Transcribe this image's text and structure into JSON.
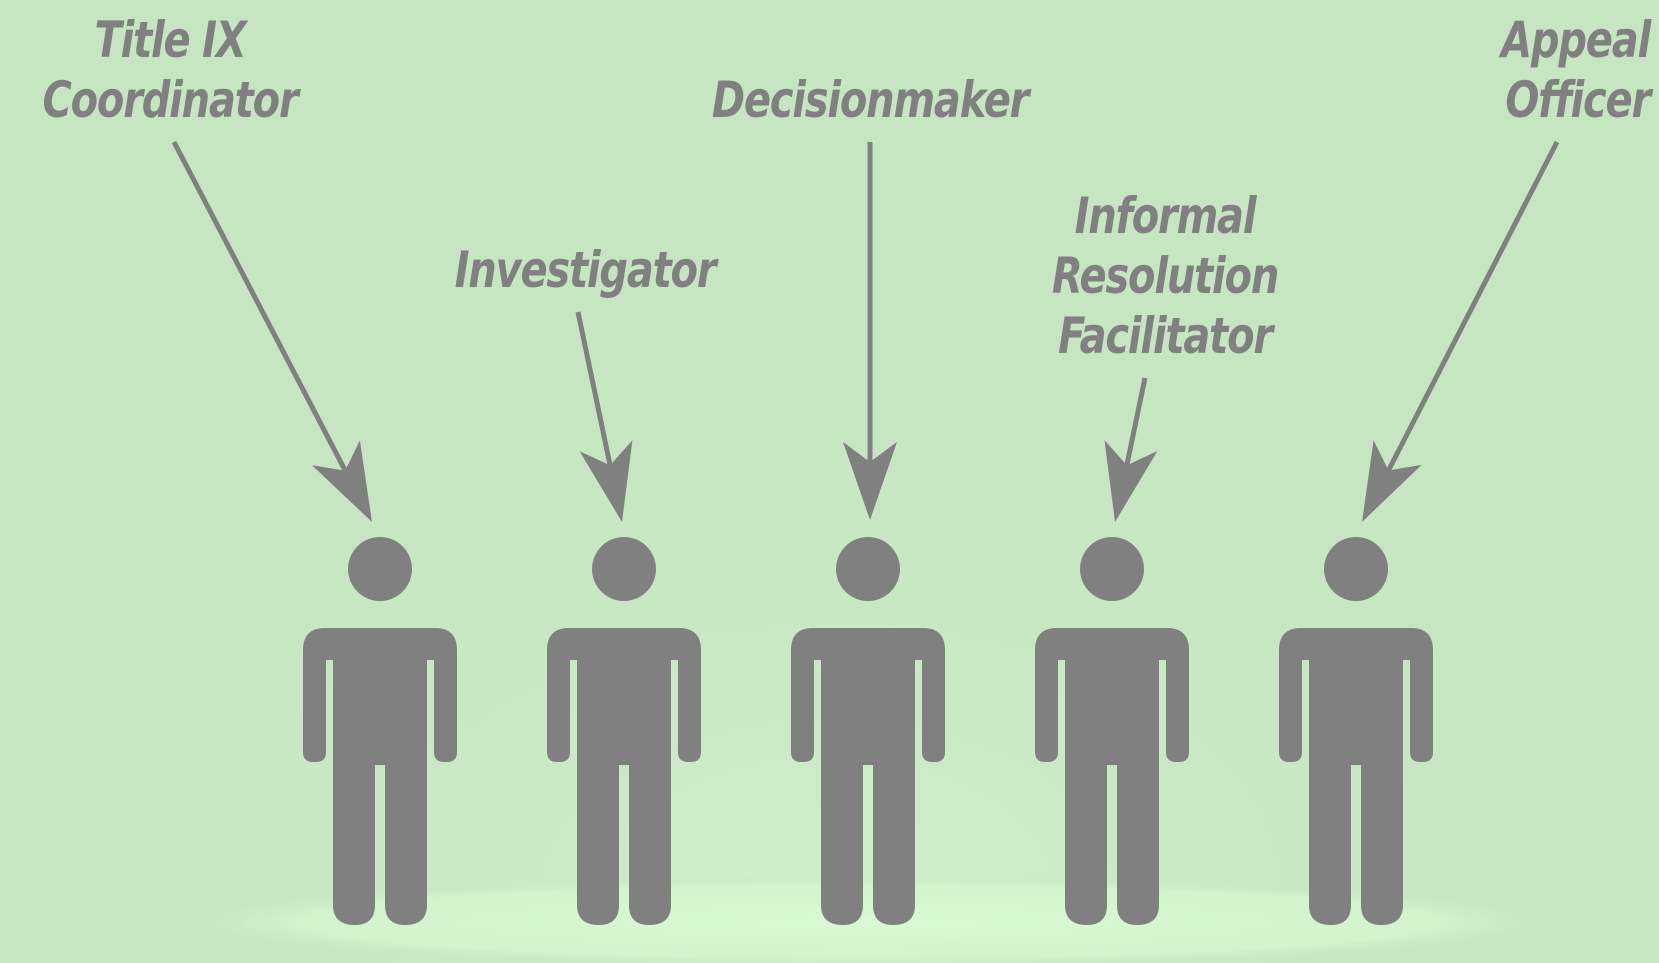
{
  "colors": {
    "background": "#c6e6c2",
    "figure": "#808080",
    "platform": "#d5f7cf"
  },
  "roles": [
    {
      "lines": [
        "Title IX",
        "Coordinator"
      ],
      "icon": "person-icon"
    },
    {
      "lines": [
        "Investigator"
      ],
      "icon": "person-icon"
    },
    {
      "lines": [
        "Decisionmaker"
      ],
      "icon": "person-icon"
    },
    {
      "lines": [
        "Informal",
        "Resolution",
        "Facilitator"
      ],
      "icon": "person-icon"
    },
    {
      "lines": [
        "Appeal",
        "Officer"
      ],
      "icon": "person-icon"
    }
  ]
}
